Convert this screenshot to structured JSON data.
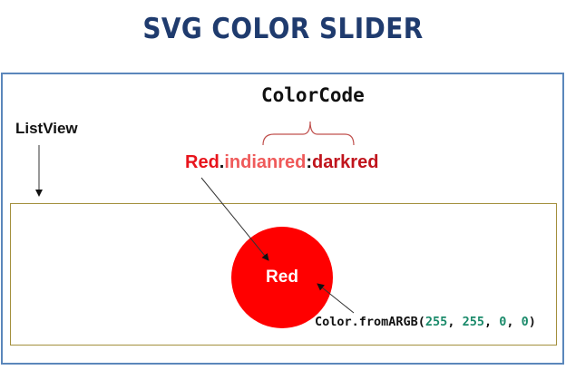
{
  "title": "SVG COLOR SLIDER",
  "labels": {
    "listview": "ListView",
    "colorcode": "ColorCode"
  },
  "color_code": {
    "part1": "Red",
    "sep1": ".",
    "part2": "indianred",
    "sep2": ":",
    "part3": "darkred"
  },
  "circle": {
    "label": "Red",
    "fill": "#ff0000"
  },
  "argb": {
    "prefix": "Color.fromARGB(",
    "a": "255",
    "c1": ", ",
    "r": "255",
    "c2": ", ",
    "g": "0",
    "c3": ", ",
    "b": "0",
    "suffix": ")"
  }
}
